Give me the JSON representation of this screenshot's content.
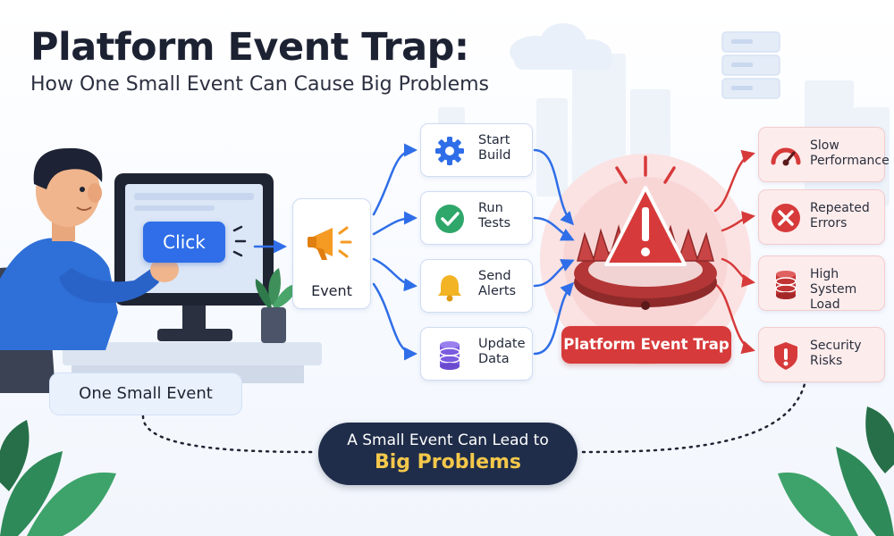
{
  "title": "Platform Event Trap:",
  "subtitle": "How One Small Event Can Cause Big Problems",
  "click_button": "Click",
  "small_event_label": "One Small Event",
  "event_node": {
    "label": "Event",
    "icon": "megaphone-icon"
  },
  "actions": [
    {
      "label": "Start Build",
      "icon": "gear-icon",
      "color": "#2f6ee8"
    },
    {
      "label": "Run Tests",
      "icon": "checkmark-icon",
      "color": "#2fa66a"
    },
    {
      "label": "Send Alerts",
      "icon": "bell-icon",
      "color": "#f2b324"
    },
    {
      "label": "Update Data",
      "icon": "database-icon",
      "color": "#7b5be0"
    }
  ],
  "trap": {
    "label": "Platform Event Trap",
    "icon": "warning-icon",
    "color": "#d73a3a"
  },
  "effects": [
    {
      "label": "Slow Performance",
      "icon": "speedometer-icon"
    },
    {
      "label": "Repeated Errors",
      "icon": "error-x-icon"
    },
    {
      "label": "High System Load",
      "icon": "database-load-icon"
    },
    {
      "label": "Security Risks",
      "icon": "shield-alert-icon"
    }
  ],
  "bottom_message": {
    "line1": "A Small Event Can Lead to",
    "line2": "Big Problems"
  },
  "colors": {
    "accent_blue": "#2f6ee8",
    "danger_red": "#d73a3a",
    "navy": "#1f2d4a",
    "highlight_yellow": "#f5c84b"
  }
}
